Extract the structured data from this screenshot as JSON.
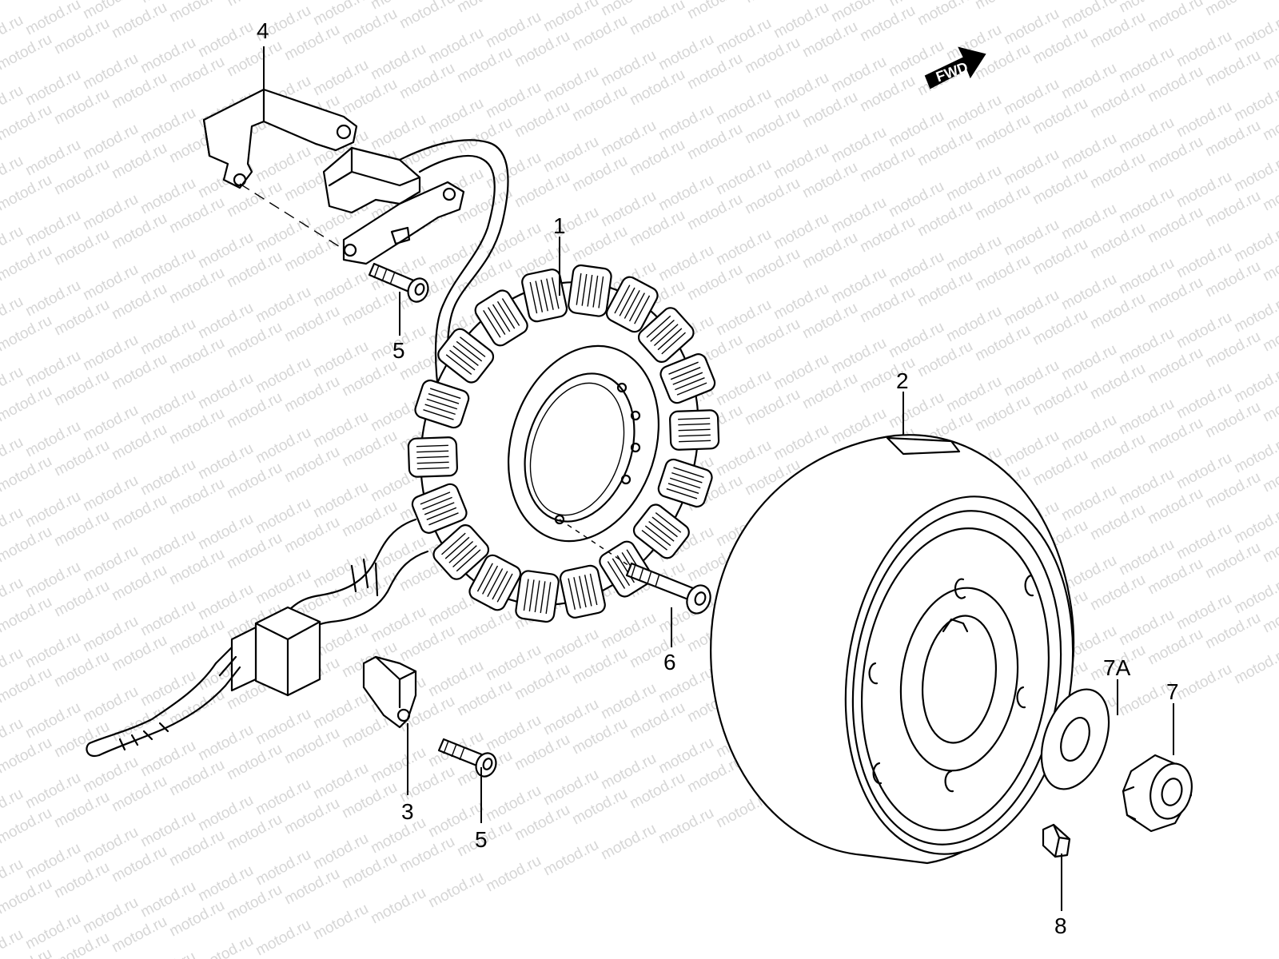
{
  "watermark": {
    "text": "motod.ru"
  },
  "fwd_label": "FWD",
  "callouts": [
    {
      "id": "1",
      "label": "1"
    },
    {
      "id": "2",
      "label": "2"
    },
    {
      "id": "3",
      "label": "3"
    },
    {
      "id": "4",
      "label": "4"
    },
    {
      "id": "5a",
      "label": "5"
    },
    {
      "id": "5b",
      "label": "5"
    },
    {
      "id": "6",
      "label": "6"
    },
    {
      "id": "7",
      "label": "7"
    },
    {
      "id": "7a",
      "label": "7A"
    },
    {
      "id": "8",
      "label": "8"
    }
  ]
}
